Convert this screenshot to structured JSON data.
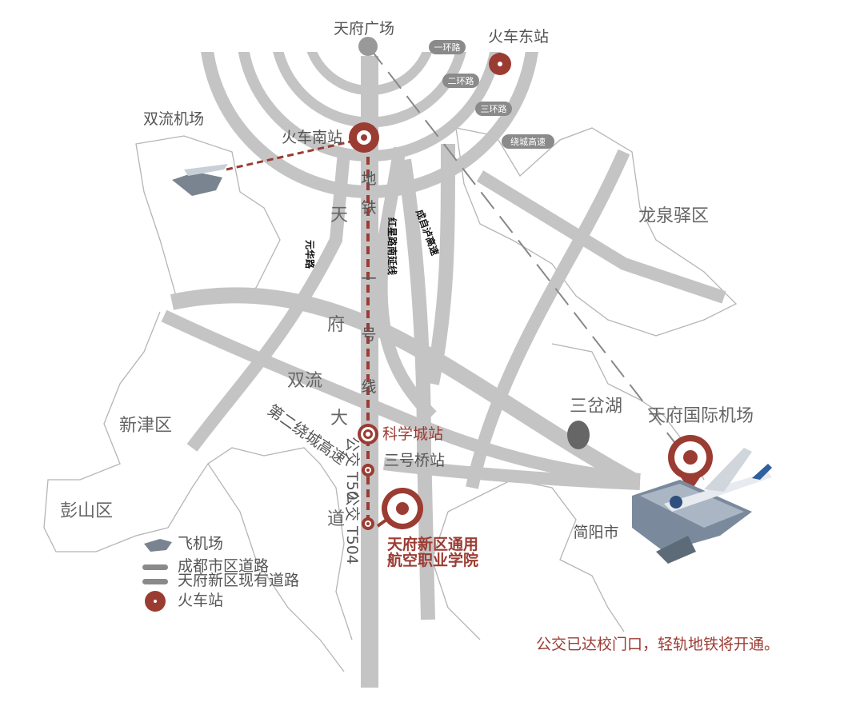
{
  "places": {
    "tianfu_square": "天府广场",
    "east_station": "火车东站",
    "south_station": "火车南站",
    "shuangliu_airport": "双流机场",
    "longquanyi": "龙泉驿区",
    "shuangliu": "双流",
    "xinjin": "新津区",
    "pengshan": "彭山区",
    "sancha_lake": "三岔湖",
    "tianfu_airport": "天府国际机场",
    "jianyang": "简阳市",
    "kexuecheng_station": "科学城站",
    "sanhaoqiao_station": "三号桥站",
    "school": [
      "天府新区通用",
      "航空职业学院"
    ]
  },
  "ring_roads": [
    "一环路",
    "二环路",
    "三环路",
    "绕城高速"
  ],
  "roads": {
    "tianfu_avenue": [
      "天",
      "府",
      "大",
      "道"
    ],
    "metro_line1": [
      "地",
      "铁",
      "一",
      "号",
      "线"
    ],
    "yuanhua": "元华路",
    "hongxing": "红星路南延线",
    "chengzilu": "成自泸高速",
    "second_ring": "第二绕城高速",
    "bus_t50": "公交 T50",
    "bus_t504": "公交 T504"
  },
  "legend": {
    "airport": "飞机场",
    "city_road": "成都市区道路",
    "newdistrict_road": "天府新区现有道路",
    "station": "火车站"
  },
  "slogan": "公交已达校门口，轻轨地铁将开通。",
  "colors": {
    "accent": "#9b3c33",
    "road": "#c4c4c4"
  }
}
